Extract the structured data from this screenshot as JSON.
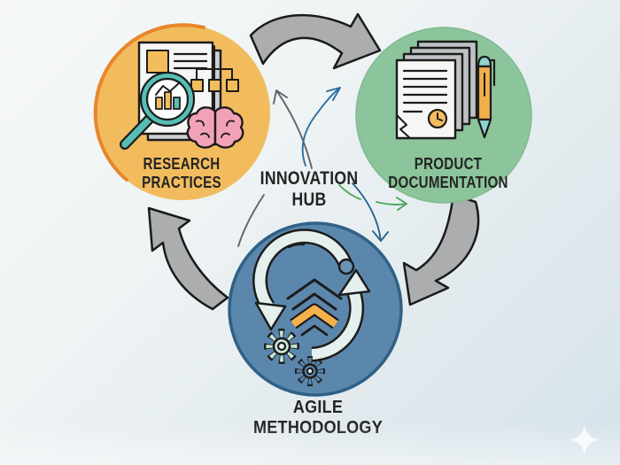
{
  "page": {
    "background_top_left": "#F6F8F8",
    "background_bottom_right": "#D6E3EB",
    "sparkle_icon": "four-point-sparkle",
    "sparkle_color": "#FFFFFF"
  },
  "hub": {
    "line1": "INNOVATION",
    "line2": "HUB",
    "text_color": "#242424"
  },
  "nodes": {
    "research": {
      "line1": "RESEARCH",
      "line2": "PRACTICES",
      "circle_color": "#F2BC5E",
      "accent_arc_color": "#E8862B",
      "icon": "research-document-magnifier-chart-brain-icon"
    },
    "documentation": {
      "line1": "PRODUCT",
      "line2": "DOCUMENTATION",
      "circle_color": "#8CC59B",
      "edge_color": "#7FBA90",
      "icon": "document-stack-pen-clock-icon"
    },
    "agile": {
      "line1": "AGILE",
      "line2": "METHODOLOGY",
      "circle_color": "#5C87AC",
      "circle_border_color": "#2F6187",
      "icon": "cycle-arrows-chevrons-gears-icon"
    }
  },
  "connectors": {
    "cycle_fill": "#ABADAF",
    "cycle_outline": "#1A1A1A",
    "hub_to_research_color": "#5F6468",
    "hub_to_documentation_color": "#2F6FA0",
    "hub_green_color": "#4BA65A",
    "hub_to_agile_color": "#2B6690",
    "hub_to_agile_gray_color": "#5F6468"
  }
}
